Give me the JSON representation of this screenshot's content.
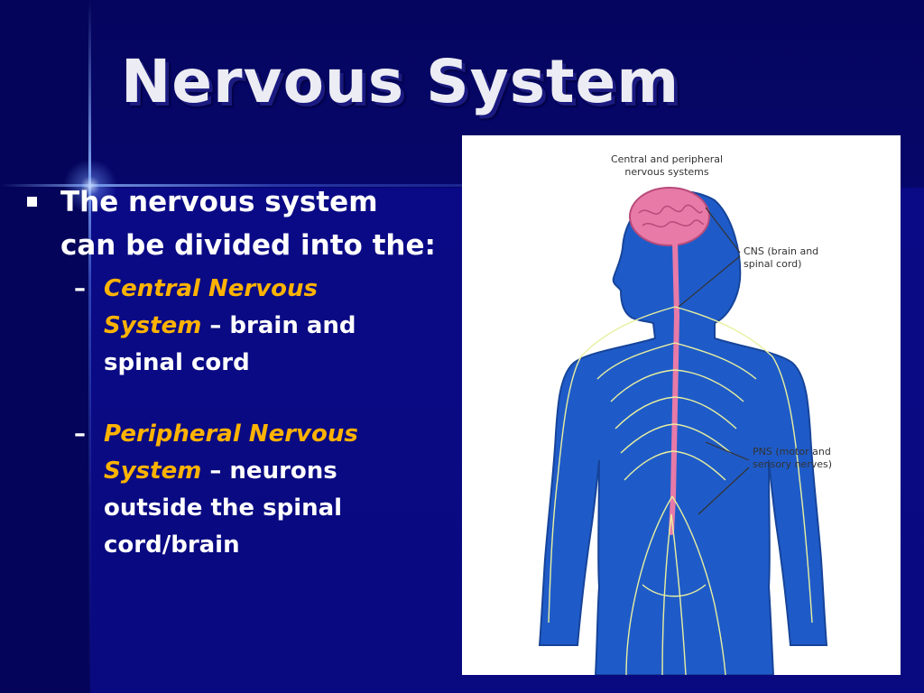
{
  "slide": {
    "title": "Nervous System",
    "bullet": "The nervous system can be divided into the:",
    "sub_items": [
      {
        "dash": "–",
        "term": "Central Nervous System",
        "sep": " – ",
        "desc": "brain and spinal cord"
      },
      {
        "dash": "–",
        "term": "Peripheral Nervous System",
        "sep": " – ",
        "desc": "neurons outside the spinal cord/brain"
      }
    ]
  },
  "figure": {
    "caption": "Central and peripheral nervous systems",
    "cns_label": "CNS (brain and spinal cord)",
    "pns_label": "PNS (motor and sensory nerves)"
  },
  "colors": {
    "background": "#0a0a86",
    "title": "#ececf4",
    "emphasis": "#ffb300",
    "body_silhouette": "#1f5bc8",
    "brain": "#e87aa8",
    "nerves": "#e8f0a0"
  }
}
